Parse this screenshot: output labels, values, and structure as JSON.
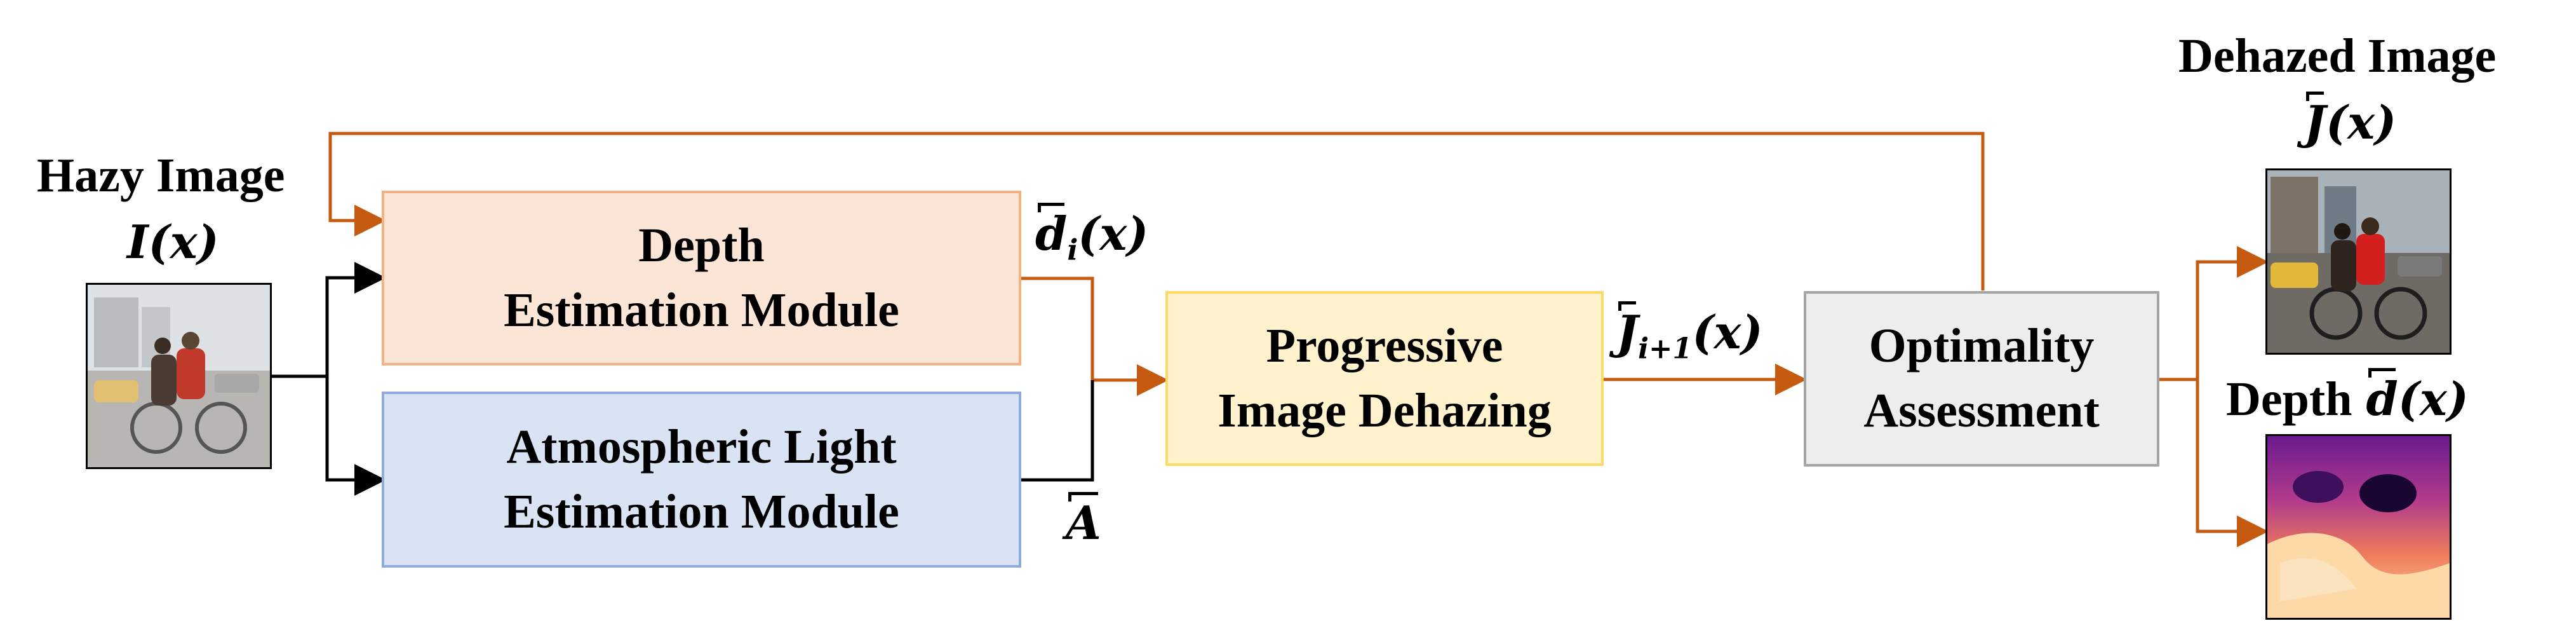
{
  "input": {
    "title": "Hazy Image",
    "symbol": "I(x)"
  },
  "modules": {
    "depth": {
      "line1": "Depth",
      "line2": "Estimation Module",
      "fill": "#fbe5d6",
      "border": "#f4b183"
    },
    "atmospheric": {
      "line1": "Atmospheric Light",
      "line2": "Estimation Module",
      "fill": "#dae3f3",
      "border": "#8faadc"
    },
    "dehazing": {
      "line1": "Progressive",
      "line2": "Image Dehazing",
      "fill": "#fff2cc",
      "border": "#ffd966"
    },
    "optimality": {
      "line1": "Optimality",
      "line2": "Assessment",
      "fill": "#ededed",
      "border": "#a5a5a5"
    }
  },
  "signals": {
    "depth_estimate": "d̂ᵢ(x)",
    "depth_base": "d",
    "depth_sub": "i",
    "depth_arg": "(x)",
    "airlight": "A",
    "dehazed_step_base": "J",
    "dehazed_step_sub": "i+1",
    "dehazed_step_arg": "(x)"
  },
  "outputs": {
    "dehazed_title": "Dehazed Image",
    "dehazed_symbol_base": "J",
    "dehazed_symbol_arg": "(x)",
    "depth_title": "Depth",
    "depth_symbol_base": "d",
    "depth_symbol_arg": "(x)"
  },
  "colors": {
    "feedback_arrow": "#c55a11",
    "plain_arrow": "#000000"
  }
}
